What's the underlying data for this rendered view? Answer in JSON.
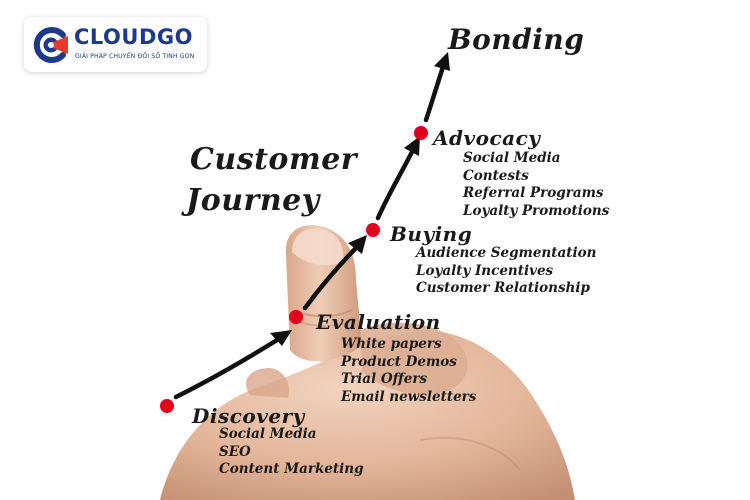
{
  "logo": {
    "name": "CLOUDGO",
    "tagline": "GIẢI PHÁP CHUYỂN ĐỔI SỐ TINH GỌN",
    "primary_color": "#1d3a8a",
    "accent_color": "#e63a2e"
  },
  "title_lines": [
    "Customer",
    "Journey"
  ],
  "final_stage": "Bonding",
  "stages": [
    {
      "name": "Discovery",
      "items": [
        "Social Media",
        "SEO",
        "Content Marketing"
      ]
    },
    {
      "name": "Evaluation",
      "items": [
        "White papers",
        "Product Demos",
        "Trial Offers",
        "Email newsletters"
      ]
    },
    {
      "name": "Buying",
      "items": [
        "Audience Segmentation",
        "Loyalty Incentives",
        "Customer Relationship"
      ]
    },
    {
      "name": "Advocacy",
      "items": [
        "Social Media",
        "Contests",
        "Referral Programs",
        "Loyalty Promotions"
      ]
    }
  ],
  "colors": {
    "dot": "#e0001b",
    "arrow": "#111111",
    "skin": "#e3b69a"
  }
}
